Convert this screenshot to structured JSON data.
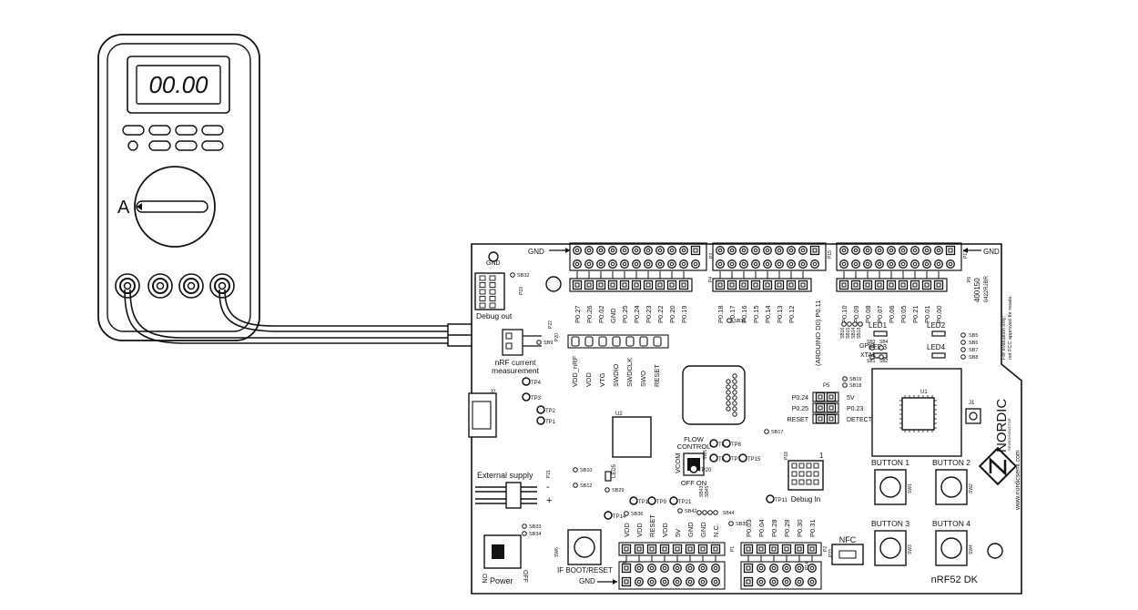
{
  "multimeter": {
    "display": "00.00",
    "dial_label": "A"
  },
  "board": {
    "name": "nRF52 DK",
    "gnd_top_left": "GND",
    "gnd_arrow_left": "GND",
    "gnd_arrow_right": "GND",
    "gnd_bottom": "GND",
    "serial": "400150",
    "serial_sub": "0422RJBR",
    "eval_note_1": "For evaluation only;",
    "eval_note_2": "not FCC approved for resale.",
    "vendor": "NORDIC",
    "vendor_sub": "SEMICONDUCTOR",
    "website": "www.nordicsemi.com",
    "debug_out": "Debug out",
    "debug_in": "Debug In",
    "current_measurement_1": "nRF current",
    "current_measurement_2": "measurement",
    "external_supply": "External supply",
    "plus": "+",
    "minus": "-",
    "power": "Power",
    "power_on": "ON",
    "power_off": "OFF",
    "if_boot_reset": "IF BOOT/RESET",
    "flow_control_1": "FLOW",
    "flow_control_2": "CONTROL",
    "vcom": "VCOM",
    "off_on": "OFF  ON",
    "nfc": "NFC",
    "arduino": "(ARDUINO D0) P0.11",
    "gpio": "GPIO",
    "xtal": "XTAL",
    "buttons": [
      "BUTTON 1",
      "BUTTON 2",
      "BUTTON 3",
      "BUTTON 4"
    ],
    "button_switches": [
      "SW1",
      "SW2",
      "SW3",
      "SW4"
    ],
    "leds": [
      "LED1",
      "LED2",
      "LED3",
      "LED4"
    ],
    "led5": "LED5",
    "u1": "U1",
    "u2": "U2",
    "j1": "J1",
    "j2": "J2",
    "p5": "P5",
    "p5_rows": [
      {
        "left": "P0.24",
        "right": "5V"
      },
      {
        "left": "P0.25",
        "right": "P0.23"
      },
      {
        "left": "RESET",
        "right": "DETECT"
      }
    ],
    "top_pins_left": [
      "P0.27",
      "P0.26",
      "P0.02",
      "GND",
      "P0.25",
      "P0.24",
      "P0.23",
      "P0.22",
      "P0.20",
      "P0.19"
    ],
    "top_pins_mid": [
      "P0.18",
      "P0.17",
      "P0.16",
      "P0.15",
      "P0.14",
      "P0.13",
      "P0.12"
    ],
    "top_pins_right": [
      "P0.10",
      "P0.09",
      "P0.08",
      "P0.07",
      "P0.06",
      "P0.05",
      "P0.21",
      "P0.01",
      "P0.00"
    ],
    "debug_pins": [
      "VDD_nRF",
      "VDD",
      "VTG",
      "SWDIO",
      "SWDCLK",
      "SWO",
      "RESET"
    ],
    "bottom_pins_left": [
      "VDD",
      "VDD",
      "RESET",
      "VDD",
      "5V",
      "GND",
      "GND",
      "N.C."
    ],
    "bottom_pins_right": [
      "P0.03",
      "P0.04",
      "P0.28",
      "P0.29",
      "P0.30",
      "P0.31"
    ],
    "test_points": [
      "TP1",
      "TP2",
      "TP3",
      "TP4",
      "TP5",
      "TP6",
      "TP7",
      "TP8",
      "TP9",
      "TP10",
      "TP11",
      "TP14",
      "TP15",
      "TP20",
      "TP21"
    ],
    "solder_bridges_right": [
      "SB5",
      "SB6",
      "SB7",
      "SB8"
    ],
    "headers": [
      "P1",
      "P2",
      "P3",
      "P4",
      "P6",
      "P13",
      "P14",
      "P15",
      "P16",
      "P17",
      "P18",
      "P19",
      "P20",
      "P21",
      "P22",
      "P23"
    ],
    "misc_labels": [
      "SB32",
      "SB9",
      "SB30",
      "SB10",
      "SB12",
      "SB29",
      "SB33",
      "SB34",
      "SB36",
      "SB17",
      "SB19",
      "SB18",
      "SB35",
      "SB42",
      "SB43",
      "SB44",
      "SB45",
      "SW5",
      "SW6"
    ],
    "sb_cluster": [
      "SB16",
      "SB15",
      "SB14",
      "SB13",
      "SB3",
      "SB4",
      "SB1",
      "SB2"
    ],
    "p18_num": "1"
  }
}
